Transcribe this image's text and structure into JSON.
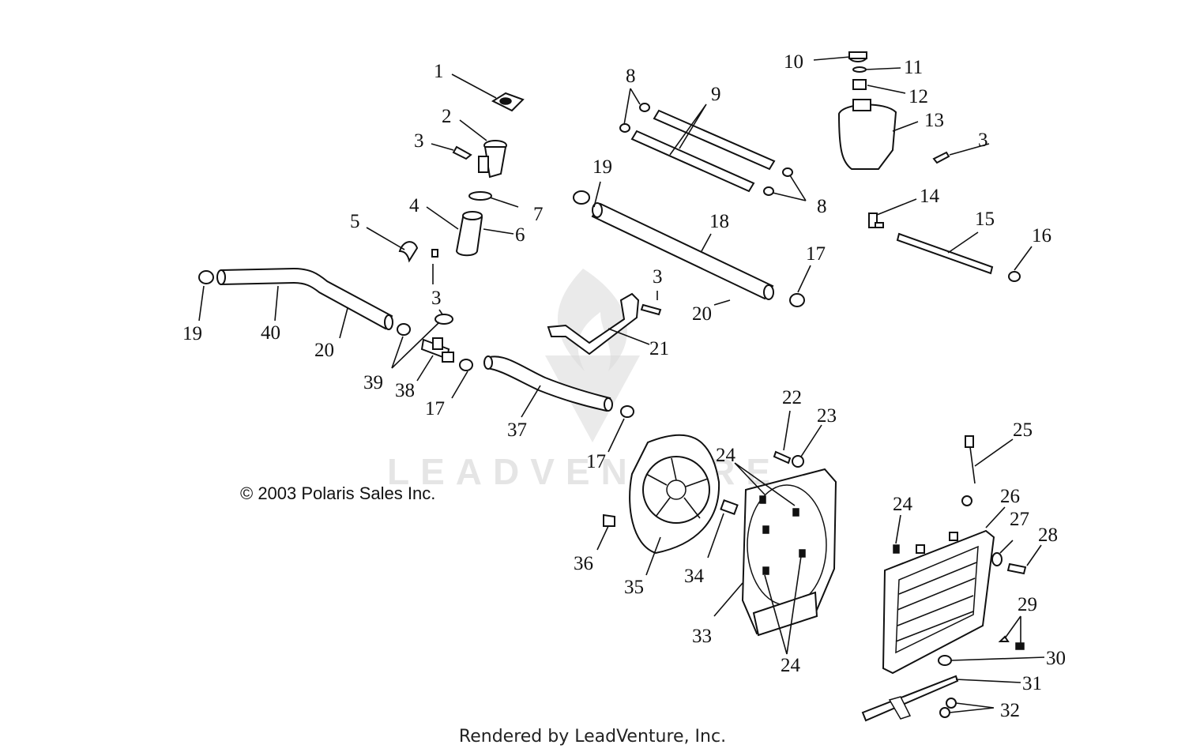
{
  "watermark": {
    "text": "LEADVENTURE"
  },
  "copyright": "© 2003 Polaris Sales Inc.",
  "footer": "Rendered by LeadVenture, Inc.",
  "callouts": {
    "c1": "1",
    "c2": "2",
    "c3a": "3",
    "c3b": "3",
    "c3c": "3",
    "c3d": "3",
    "c4": "4",
    "c5": "5",
    "c6": "6",
    "c7": "7",
    "c8a": "8",
    "c8b": "8",
    "c9": "9",
    "c10": "10",
    "c11": "11",
    "c12": "12",
    "c13": "13",
    "c14": "14",
    "c15": "15",
    "c16": "16",
    "c17a": "17",
    "c17b": "17",
    "c17c": "17",
    "c18": "18",
    "c19a": "19",
    "c19b": "19",
    "c20a": "20",
    "c20b": "20",
    "c21": "21",
    "c22": "22",
    "c23": "23",
    "c24a": "24",
    "c24b": "24",
    "c24c": "24",
    "c25": "25",
    "c26": "26",
    "c27": "27",
    "c28": "28",
    "c29": "29",
    "c30": "30",
    "c31": "31",
    "c32": "32",
    "c33": "33",
    "c34": "34",
    "c35": "35",
    "c36": "36",
    "c37": "37",
    "c38": "38",
    "c39": "39",
    "c40": "40"
  }
}
